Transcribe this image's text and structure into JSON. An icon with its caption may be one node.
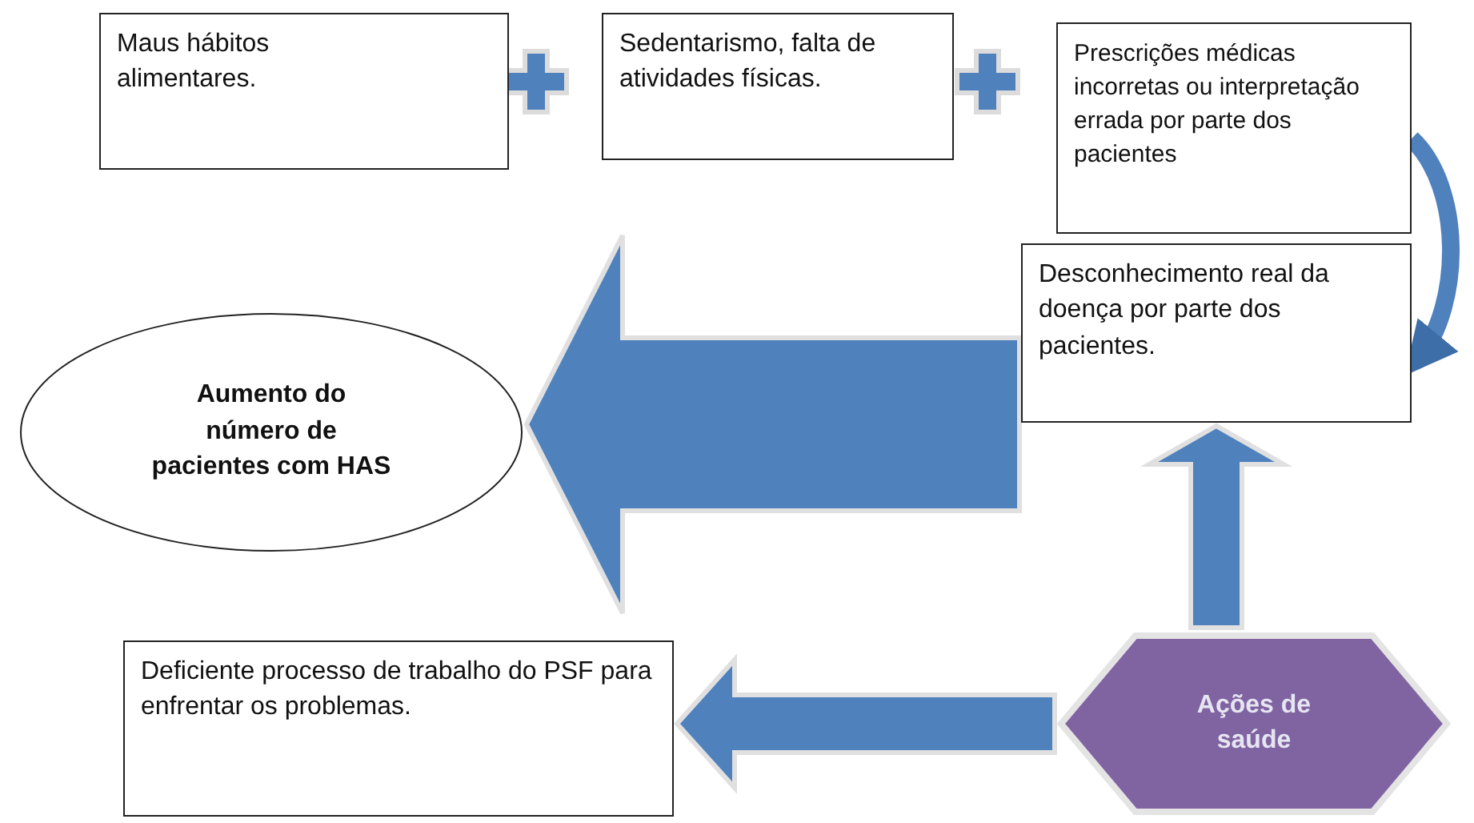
{
  "diagram": {
    "nodes": [
      {
        "text": [
          "Maus hábitos alimentares."
        ]
      },
      {
        "text": [
          "Sedentarismo, falta de atividades físicas."
        ]
      },
      {
        "text": [
          "Prescrições médicas incorretas ou interpretação errada por parte dos pacientes"
        ]
      },
      {
        "text": [
          "Desconhecimento real da doença por parte dos pacientes."
        ]
      },
      {
        "text": [
          "Aumento do número de pacientes com HAS"
        ]
      },
      {
        "text": [
          "Ações de saúde"
        ]
      },
      {
        "text": [
          "Deficiente processo de trabalho do PSF para enfrentar os problemas."
        ]
      }
    ],
    "edges": [
      {
        "from": 2,
        "to": 3,
        "arrow": "to"
      },
      {
        "from": 3,
        "to": 4,
        "arrow": "to"
      },
      {
        "from": 5,
        "to": 3,
        "arrow": "to"
      },
      {
        "from": 5,
        "to": 6,
        "arrow": "to"
      }
    ]
  }
}
